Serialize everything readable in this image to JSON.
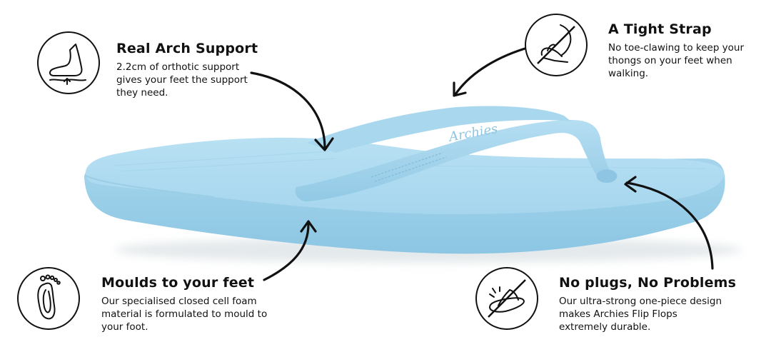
{
  "features": [
    {
      "id": "arch",
      "title": "Real Arch Support",
      "body": "2.2cm of orthotic support gives your feet the support they need.",
      "icon": "foot-arch-icon"
    },
    {
      "id": "strap",
      "title": "A Tight Strap",
      "body": "No toe-clawing to keep your thongs on your feet when walking.",
      "icon": "no-toe-claw-icon"
    },
    {
      "id": "moulds",
      "title": "Moulds to your feet",
      "body": "Our specialised closed cell foam material is formulated to mould to your foot.",
      "icon": "footprint-icon"
    },
    {
      "id": "plugs",
      "title": "No plugs, No Problems",
      "body": "Our ultra-strong one-piece design makes Archies Flip Flops extremely durable.",
      "icon": "no-plug-icon"
    }
  ],
  "product": {
    "brand_emboss": "Archies",
    "color": "#a9d9ef",
    "color_dark": "#86c3e0"
  }
}
